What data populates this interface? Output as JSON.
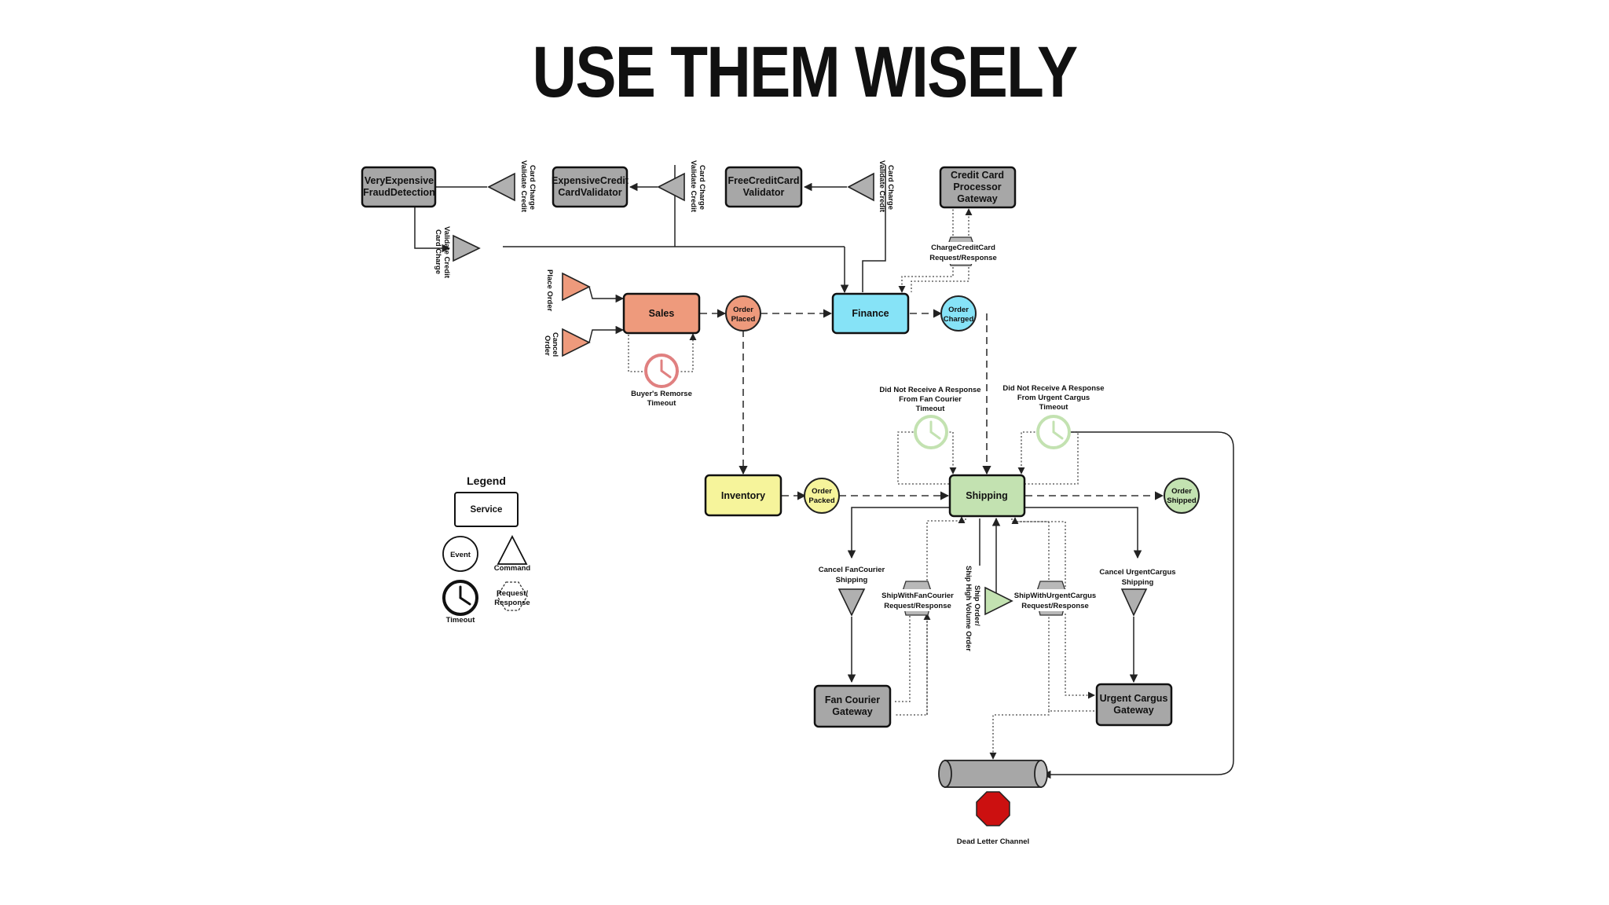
{
  "title": "USE THEM WISELY",
  "colors": {
    "gray_service": "#a7a7a7",
    "sales": "#ee9a7c",
    "finance": "#86e3f7",
    "inventory": "#f6f49b",
    "shipping": "#c3e2b1",
    "order_charged": "#86e3f7",
    "order_packed": "#f6f49b",
    "order_shipped": "#c3e2b1",
    "dead_letter": "#cc1010"
  },
  "services": {
    "very_expensive": [
      "VeryExpensive",
      "FraudDetection"
    ],
    "expensive_credit": [
      "ExpensiveCredit",
      "CardValidator"
    ],
    "free_credit": [
      "FreeCreditCard",
      "Validator"
    ],
    "credit_card_gateway": [
      "Credit Card",
      "Processor",
      "Gateway"
    ],
    "sales": "Sales",
    "finance": "Finance",
    "inventory": "Inventory",
    "shipping": "Shipping",
    "fan_courier_gateway": [
      "Fan Courier",
      "Gateway"
    ],
    "urgent_cargus_gateway": [
      "Urgent Cargus",
      "Gateway"
    ]
  },
  "commands": {
    "validate_1": [
      "Validate Credit",
      "Card Charge"
    ],
    "validate_2": [
      "Validate Credit",
      "Card Charge"
    ],
    "validate_3": [
      "Validate Credit",
      "Card Charge"
    ],
    "validate_4": [
      "Validate Credit",
      "Card Charge"
    ],
    "place_order": "Place Order",
    "cancel_order": [
      "Cancel",
      "Order"
    ],
    "cancel_fan_courier": [
      "Cancel FanCourier",
      "Shipping"
    ],
    "cancel_urgent_cargus": [
      "Cancel UrgentCargus",
      "Shipping"
    ],
    "ship_order": [
      "Ship Order/",
      "Ship High Volume Order"
    ]
  },
  "events": {
    "order_placed": [
      "Order",
      "Placed"
    ],
    "order_charged": [
      "Order",
      "Charged"
    ],
    "order_packed": [
      "Order",
      "Packed"
    ],
    "order_shipped": [
      "Order",
      "Shipped"
    ]
  },
  "request_responses": {
    "charge_credit_card": [
      "ChargeCreditCard",
      "Request/Response"
    ],
    "ship_fan_courier": [
      "ShipWithFanCourier",
      "Request/Response"
    ],
    "ship_urgent_cargus": [
      "ShipWithUrgentCargus",
      "Request/Response"
    ]
  },
  "timeouts": {
    "buyers_remorse": [
      "Buyer's Remorse",
      "Timeout"
    ],
    "fan_courier": [
      "Did Not Receive A Response",
      "From Fan Courier",
      "Timeout"
    ],
    "urgent_cargus": [
      "Did Not Receive A Response",
      "From Urgent Cargus",
      "Timeout"
    ]
  },
  "dead_letter": "Dead Letter Channel",
  "legend": {
    "title": "Legend",
    "service": "Service",
    "event": "Event",
    "command": "Command",
    "timeout": "Timeout",
    "request_response": [
      "Request/",
      "Response"
    ]
  }
}
